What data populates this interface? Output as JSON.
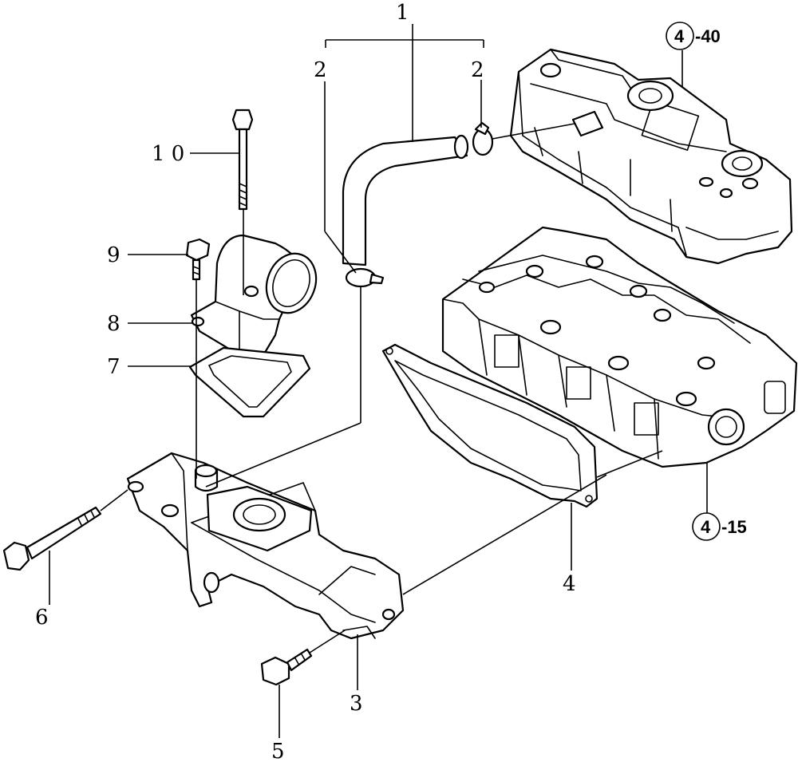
{
  "callouts": {
    "c1": "1",
    "c2a": "2",
    "c2b": "2",
    "c3": "3",
    "c4": "4",
    "c5": "5",
    "c6": "6",
    "c7": "7",
    "c8": "8",
    "c9": "9",
    "c10": "1 0"
  },
  "references": {
    "ref_cover": {
      "circle": "4",
      "suffix": "-40"
    },
    "ref_head": {
      "circle": "4",
      "suffix": "-15"
    }
  }
}
